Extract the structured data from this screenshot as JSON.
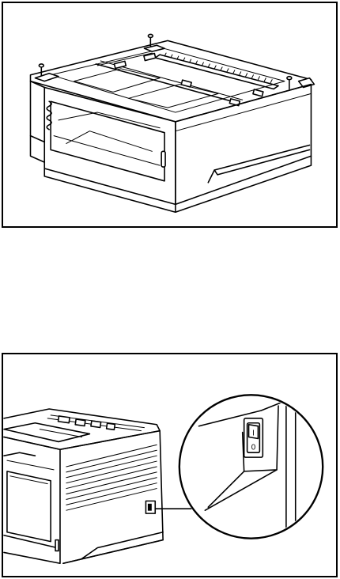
{
  "figures": [
    {
      "id": "top",
      "icon": "paper-tray-unit-illustration"
    },
    {
      "id": "bottom",
      "icon": "printer-power-switch-illustration",
      "callout": {
        "icon": "power-switch-icon",
        "switch_symbols": [
          "I",
          "0"
        ]
      }
    }
  ]
}
